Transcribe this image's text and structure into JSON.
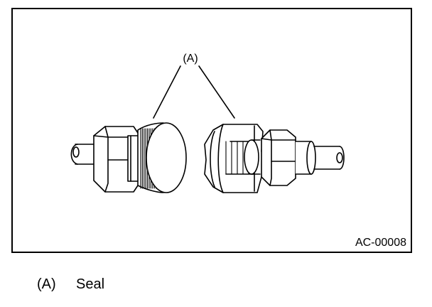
{
  "figure": {
    "callout_label": "(A)",
    "figure_id": "AC-00008"
  },
  "legend": {
    "items": [
      {
        "key": "(A)",
        "text": "Seal"
      }
    ]
  }
}
